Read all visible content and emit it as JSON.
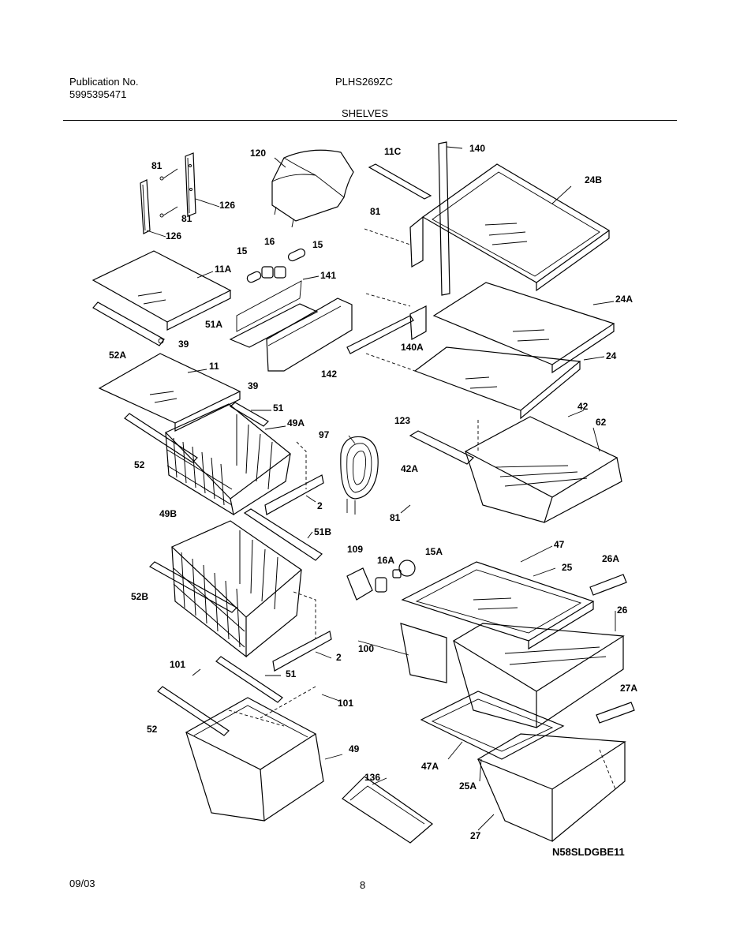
{
  "header": {
    "publication_label": "Publication No.",
    "publication_number": "5995395471",
    "model": "PLHS269ZC",
    "section": "SHELVES"
  },
  "footer": {
    "date": "09/03",
    "page": "8"
  },
  "diagram_code": "N58SLDGBE11",
  "callouts": [
    "81",
    "120",
    "11C",
    "140",
    "126",
    "81",
    "24B",
    "126",
    "81",
    "15",
    "16",
    "15",
    "11A",
    "141",
    "24A",
    "51A",
    "39",
    "52A",
    "140A",
    "24",
    "142",
    "11",
    "39",
    "51",
    "49A",
    "123",
    "42",
    "62",
    "97",
    "52",
    "42A",
    "2",
    "81",
    "49B",
    "51B",
    "109",
    "16A",
    "15A",
    "47",
    "25",
    "26A",
    "52B",
    "26",
    "100",
    "2",
    "101",
    "51",
    "101",
    "27A",
    "52",
    "49",
    "47A",
    "136",
    "25A",
    "27"
  ]
}
